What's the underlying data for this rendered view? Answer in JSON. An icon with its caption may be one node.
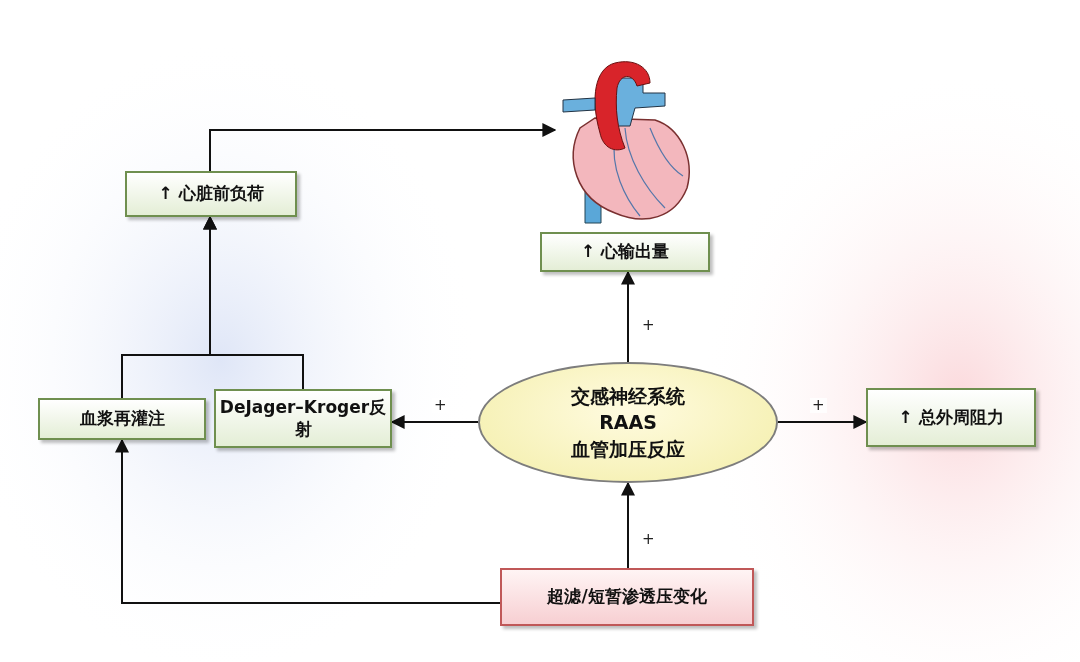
{
  "diagram": {
    "nodes": [
      {
        "text": [
          "↑ 心脏前负荷"
        ]
      },
      {
        "text": [],
        "shape": "picture"
      },
      {
        "text": [
          "↑ 心输出量"
        ]
      },
      {
        "text": [
          "血浆再灌注"
        ]
      },
      {
        "text": [
          "DeJager–Kroger反射"
        ]
      },
      {
        "text": [
          "交感神经系统",
          "RAAS",
          "血管加压反应"
        ]
      },
      {
        "text": [
          "↑ 总外周阻力"
        ]
      },
      {
        "text": [
          "超滤/短暂渗透压变化"
        ]
      }
    ],
    "edges": [
      {
        "from": 0,
        "to": 1,
        "arrow": "to"
      },
      {
        "from": 5,
        "to": 2,
        "arrow": "to",
        "label": "+"
      },
      {
        "from": 5,
        "to": 4,
        "arrow": "to",
        "label": "+"
      },
      {
        "from": 5,
        "to": 6,
        "arrow": "to",
        "label": "+"
      },
      {
        "from": 7,
        "to": 5,
        "arrow": "to",
        "label": "+"
      },
      {
        "from": 7,
        "to": 3,
        "arrow": "to"
      },
      {
        "from": 3,
        "to": 0,
        "arrow": "to"
      },
      {
        "from": 4,
        "to": 0,
        "arrow": "to"
      }
    ]
  }
}
